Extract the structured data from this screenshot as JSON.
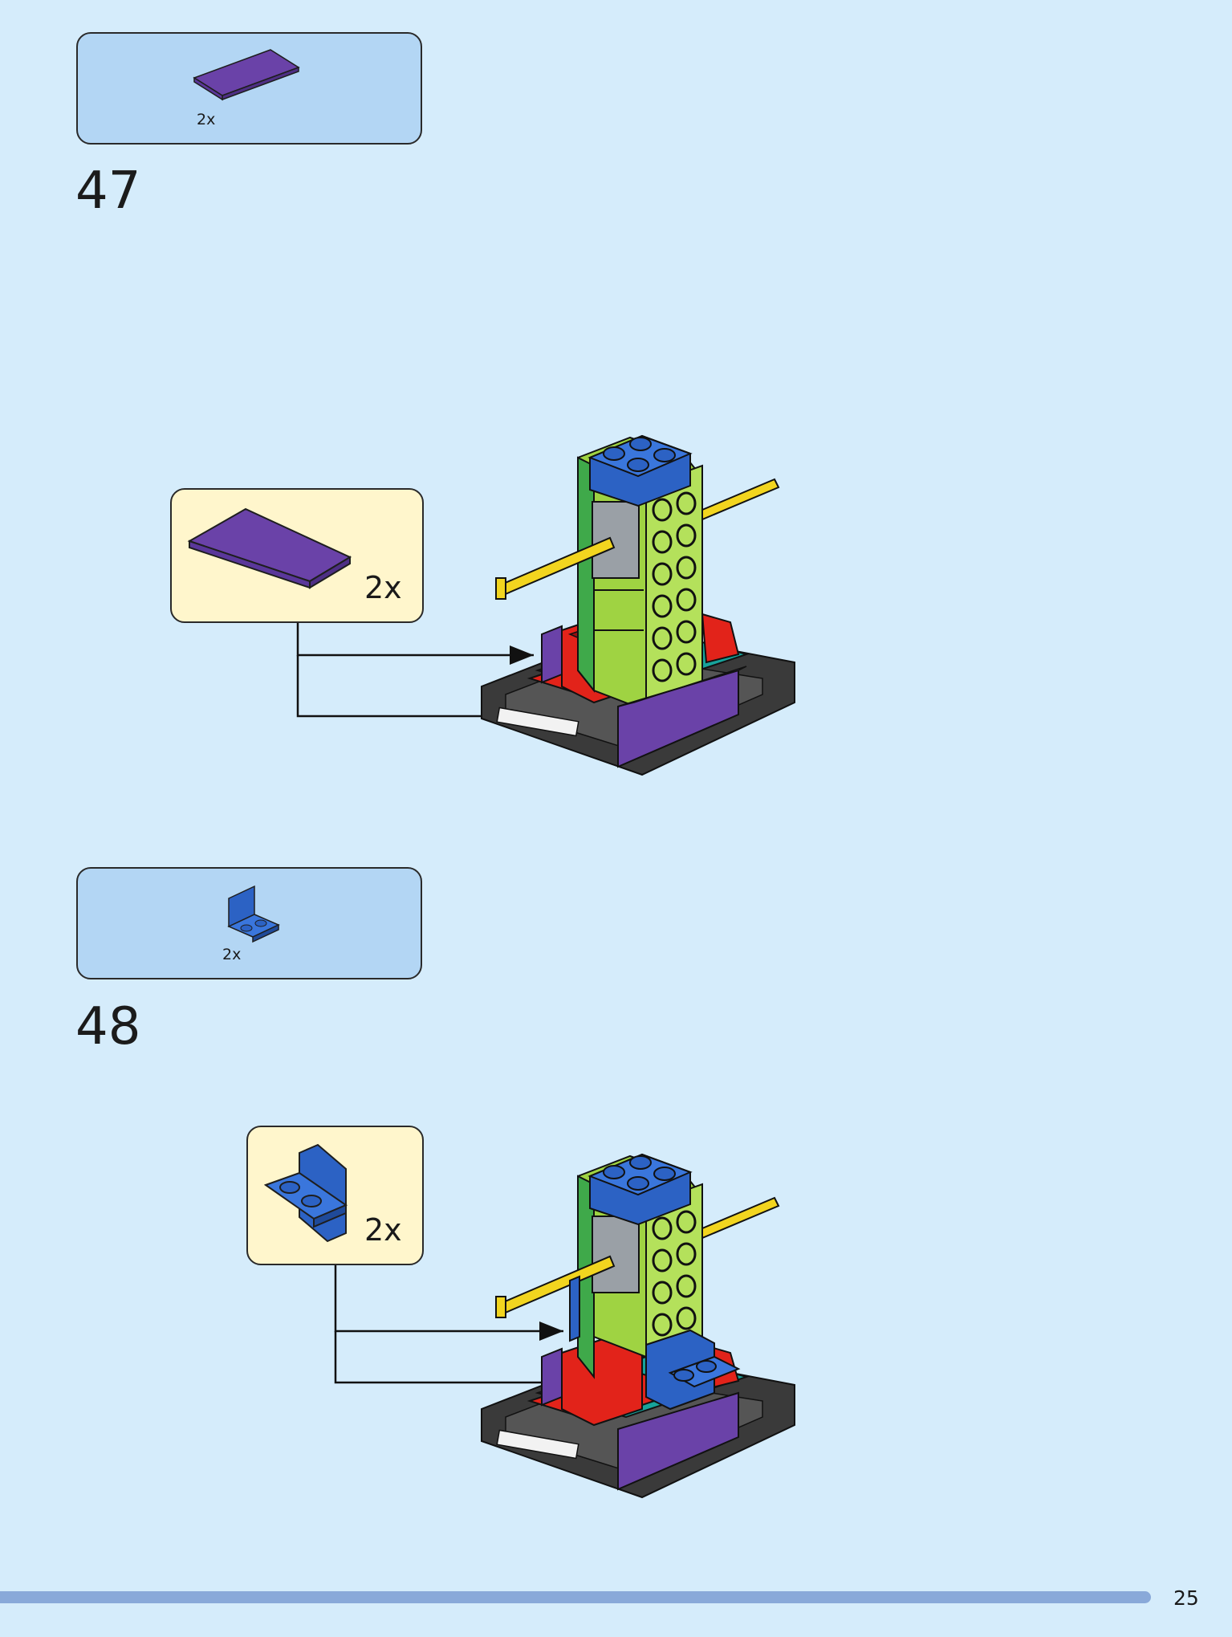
{
  "steps": [
    {
      "number": "47",
      "parts_list": {
        "count": "2x",
        "part": "purple-tile-2x4"
      },
      "callout": {
        "count": "2x",
        "part": "purple-tile-2x4"
      }
    },
    {
      "number": "48",
      "parts_list": {
        "count": "2x",
        "part": "blue-bracket-1x2"
      },
      "callout": {
        "count": "2x",
        "part": "blue-bracket-1x2"
      }
    }
  ],
  "page_number": "25",
  "colors": {
    "page_background": "#d5ecfb",
    "parts_list_background": "#b3d6f4",
    "callout_background": "#fff6cc",
    "purple": "#6a42a8",
    "blue": "#2c62c4",
    "lime": "#9fd342",
    "red": "#e2231a",
    "yellow": "#f2d51f",
    "dark_gray": "#3a3a3a",
    "footer_bar": "#89a9d9"
  }
}
